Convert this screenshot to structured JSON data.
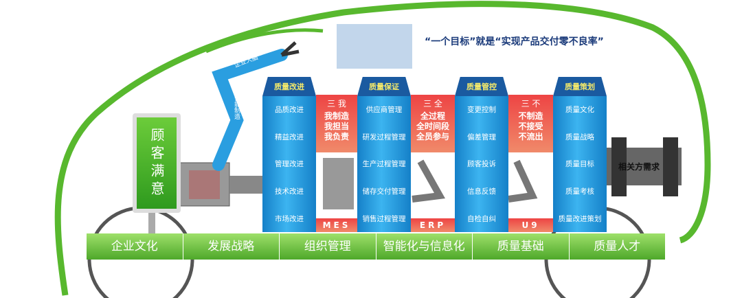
{
  "slogan": "“一个目标”就是“实现产品交付零不良率”",
  "customer_sign": "顾客满意",
  "robot_arm": {
    "upper": "企业大脑",
    "lower": "智能制造"
  },
  "columns": [
    {
      "title": "质量改进",
      "items": [
        "品质改进",
        "精益改进",
        "管理改进",
        "技术改进",
        "市场改进"
      ]
    },
    {
      "title": "质量保证",
      "items": [
        "供应商管理",
        "研发过程管理",
        "生产过程管理",
        "储存交付管理",
        "销售过程管理"
      ]
    },
    {
      "title": "质量管控",
      "items": [
        "变更控制",
        "偏差管理",
        "顾客投诉",
        "信息反馈",
        "自检自纠"
      ]
    },
    {
      "title": "质量策划",
      "items": [
        "质量文化",
        "质量战略",
        "质量目标",
        "质量考核",
        "质量改进策划"
      ]
    }
  ],
  "connectors": [
    {
      "title": "三 我",
      "lines": [
        "我制造",
        "我担当",
        "我负责"
      ],
      "system": "MES"
    },
    {
      "title": "三 全",
      "lines": [
        "全过程",
        "全时间段",
        "全员参与"
      ],
      "system": "ERP"
    },
    {
      "title": "三 不",
      "lines": [
        "不制造",
        "不接受",
        "不流出"
      ],
      "system": "U9"
    }
  ],
  "pipe_label": "相关方需求",
  "foundation": [
    "企业文化",
    "发展战略",
    "组织管理",
    "智能化与信息化",
    "质量基础",
    "质量人才"
  ],
  "colors": {
    "green": "#4ea82a",
    "blue": "#2a9ee0",
    "red": "#e44"
  }
}
